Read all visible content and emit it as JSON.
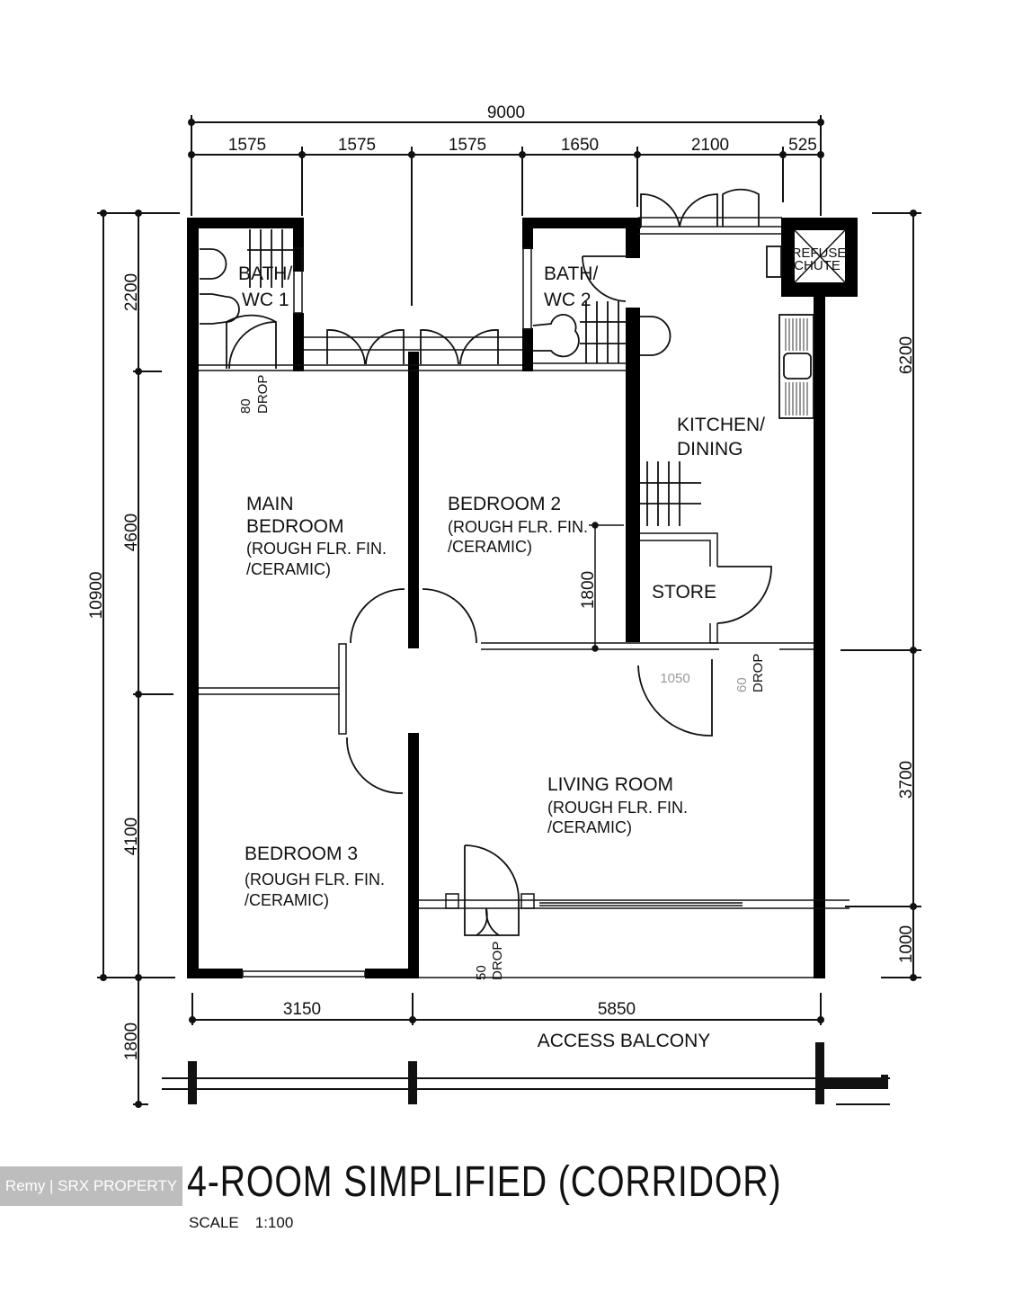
{
  "title": "4-ROOM SIMPLIFIED (CORRIDOR)",
  "scale": {
    "label": "SCALE",
    "value": "1:100"
  },
  "watermark": "Remy | SRX PROPERTY",
  "dimensions": {
    "top_overall": "9000",
    "top_segments": [
      "1575",
      "1575",
      "1575",
      "1650",
      "2100",
      "525"
    ],
    "left_overall": "10900",
    "left_segments": [
      "2200",
      "4600",
      "4100"
    ],
    "right_segments": [
      "6200",
      "3700",
      "1000"
    ],
    "bottom_segments": [
      "3150",
      "5850"
    ],
    "balcony_depth": "1800",
    "store_height": "1800",
    "door_width": "1050"
  },
  "rooms": {
    "bath1": {
      "line1": "BATH/",
      "line2": "WC  1"
    },
    "bath2": {
      "line1": "BATH/",
      "line2": "WC  2"
    },
    "refuse": {
      "line1": "REFUSE",
      "line2": "CHUTE"
    },
    "kitchen": {
      "line1": "KITCHEN/",
      "line2": "DINING"
    },
    "main_bedroom": {
      "line1": "MAIN",
      "line2": "BEDROOM",
      "line3": "(ROUGH  FLR.  FIN.",
      "line4": "/CERAMIC)"
    },
    "bedroom2": {
      "line1": "BEDROOM  2",
      "line2": "(ROUGH  FLR.  FIN.",
      "line3": "/CERAMIC)"
    },
    "bedroom3": {
      "line1": "BEDROOM  3",
      "line2": "(ROUGH  FLR.  FIN.",
      "line3": "/CERAMIC)"
    },
    "living": {
      "line1": "LIVING  ROOM",
      "line2": "(ROUGH  FLR.  FIN.",
      "line3": "/CERAMIC)"
    },
    "store": {
      "line1": "STORE"
    },
    "balcony": {
      "line1": "ACCESS  BALCONY"
    }
  },
  "drops": {
    "bath1": {
      "value": "80",
      "label": "DROP"
    },
    "kitchen": {
      "value": "60",
      "label": "DROP"
    },
    "entrance": {
      "value": "50",
      "label": "DROP"
    }
  }
}
